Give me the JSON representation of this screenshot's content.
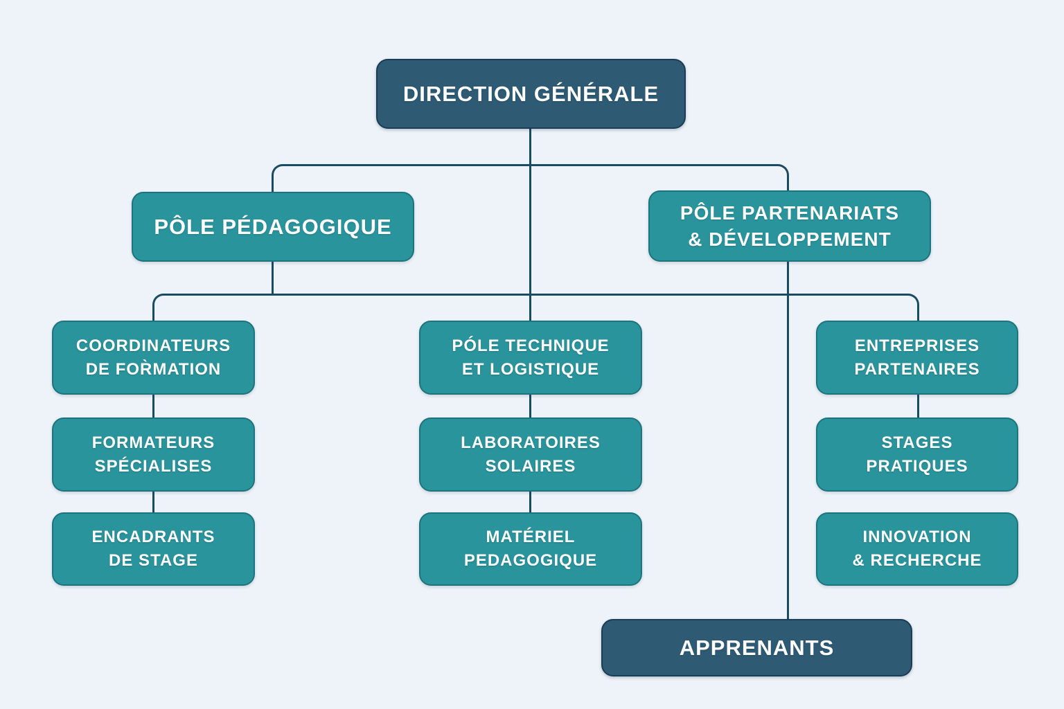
{
  "palette": {
    "background": "#edf3f8",
    "navy_fill": "#2e5a74",
    "navy_border": "#1b3c55",
    "teal_fill": "#2a949c",
    "teal_border": "#1e747e",
    "connector": "#1b4a63",
    "text": "#ffffff"
  },
  "org": {
    "direction": {
      "label": "DIRECTION GÉNÉRALE"
    },
    "pole_pedagogique": {
      "label": "PÔLE PÉDAGOGIQUE"
    },
    "pole_partenariats": {
      "line1": "PÔLE PARTENARIATS",
      "line2": "& DÉVELOPPEMENT"
    },
    "coordinateurs": {
      "line1": "COORDINATEURS",
      "line2": "DE FOR̀MATION"
    },
    "pole_technique": {
      "line1": "PÓLE TECHNIQUE",
      "line2": "ET LOGISTIQUE"
    },
    "entreprises": {
      "line1": "ENTREPRISES",
      "line2": "PARTENAIRES"
    },
    "formateurs": {
      "line1": "FORMATEURS",
      "line2": "SPÉCIALISES"
    },
    "laboratoires": {
      "line1": "LABORATOIRES",
      "line2": "SOLAIRES"
    },
    "stages": {
      "line1": "STAGES",
      "line2": "PRATIQUES"
    },
    "encadrants": {
      "line1": "ENCADRANTS",
      "line2": "DE STAGE"
    },
    "materiel": {
      "line1": "MATÉRIEL",
      "line2": "PEDAGOGIQUE"
    },
    "innovation": {
      "line1": "INNOVATION",
      "line2": "& RECHERCHE"
    },
    "apprenants": {
      "label": "APPRENANTS"
    }
  },
  "edges": [
    {
      "from": "direction",
      "to": "pole_pedagogique"
    },
    {
      "from": "direction",
      "to": "pole_partenariats"
    },
    {
      "from": "direction",
      "to": "pole_technique"
    },
    {
      "from": "pole_pedagogique",
      "to": "coordinateurs"
    },
    {
      "from": "pole_pedagogique",
      "to": "entreprises"
    },
    {
      "from": "coordinateurs",
      "to": "formateurs"
    },
    {
      "from": "formateurs",
      "to": "encadrants"
    },
    {
      "from": "pole_technique",
      "to": "laboratoires"
    },
    {
      "from": "laboratoires",
      "to": "materiel"
    },
    {
      "from": "entreprises",
      "to": "stages"
    },
    {
      "from": "pole_partenariats",
      "to": "apprenants"
    }
  ]
}
